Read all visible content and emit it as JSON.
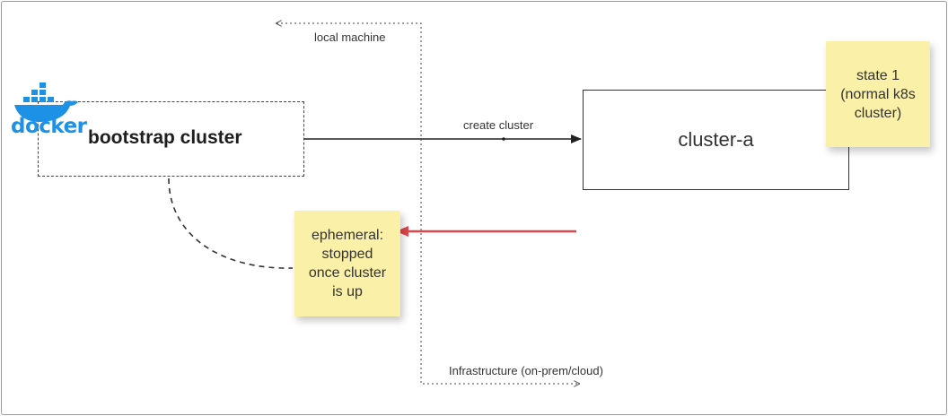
{
  "diagram": {
    "docker_logo": {
      "wordmark": "docker",
      "icon": "docker-whale-icon",
      "color": "#1D91E6"
    },
    "local_machine_label": "local machine",
    "infrastructure_label": "Infrastructure (on-prem/cloud)",
    "bootstrap_cluster_label": "bootstrap cluster",
    "create_cluster_label": "create cluster",
    "cluster_a_label": "cluster-a",
    "state_note": "state 1\n(normal k8s\ncluster)",
    "ephemeral_note": "ephemeral:\nstopped\nonce cluster\nis up",
    "colors": {
      "sticky_note": "#FBF0A7",
      "highlight_arrow": "#E0464B",
      "line": "#333333"
    }
  }
}
